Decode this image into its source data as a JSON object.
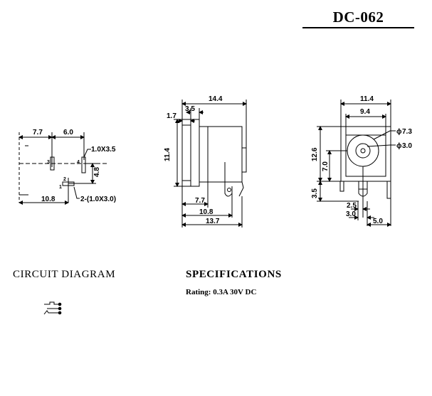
{
  "title": "DC-062",
  "sections": {
    "circuit_heading": "CIRCUIT DIAGRAM",
    "specifications_heading": "SPECIFICATIONS",
    "rating": "Rating: 0.3A 30V DC"
  },
  "footprint_view": {
    "dims": {
      "w77": "7.7",
      "w60": "6.0",
      "hole_a": "1.0X3.5",
      "h48": "4.8",
      "w108": "10.8",
      "hole_b": "2-(1.0X3.0)"
    },
    "pins": {
      "p1": "1",
      "p2": "2",
      "p3": "3",
      "p4": "4"
    }
  },
  "side_view": {
    "dims": {
      "w144": "14.4",
      "w35": "3.5",
      "w17": "1.7",
      "h114": "11.4",
      "w77": "7.7",
      "w108": "10.8",
      "w137": "13.7"
    }
  },
  "front_view": {
    "dims": {
      "w114": "11.4",
      "w94": "9.4",
      "d73": "7.3",
      "d30": "3.0",
      "h126": "12.6",
      "h70": "7.0",
      "h35": "3.5",
      "w25": "2.5",
      "w30": "3.0",
      "w50": "5.0"
    },
    "phi": "ϕ"
  }
}
